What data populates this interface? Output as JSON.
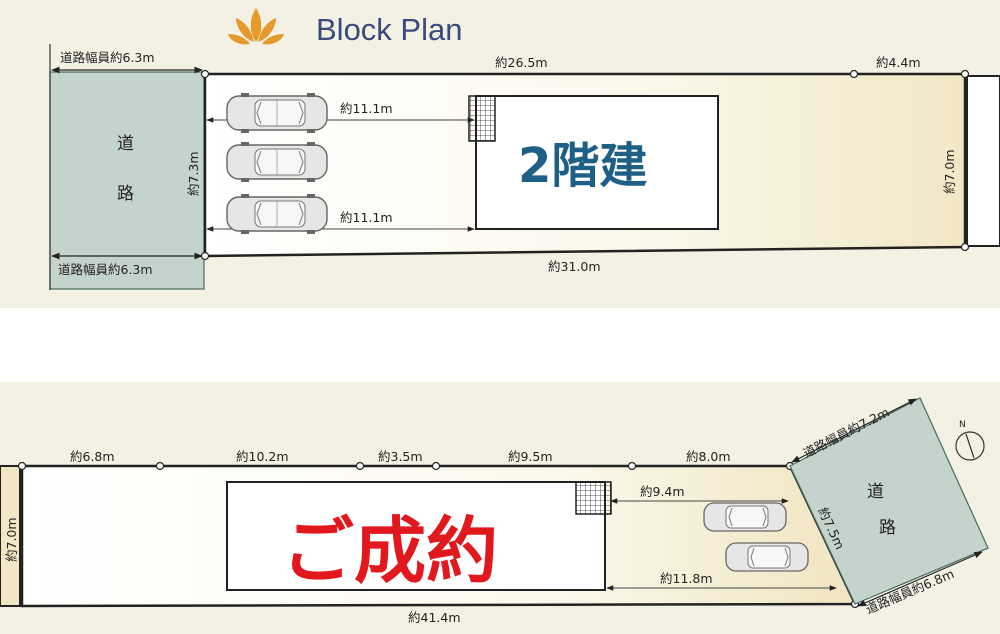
{
  "title": "Block Plan",
  "colors": {
    "background": "#f2f1e4",
    "road": "#c4d3cc",
    "building": "#ffffff",
    "title": "#3a4a7a",
    "label_top_building": "#1e5f86",
    "label_sold": "#e1181d",
    "logo": "#e59a2c"
  },
  "icons": {
    "logo": "lotus-logo-icon",
    "compass": "north-compass-icon",
    "car": "car-icon"
  },
  "top_plan": {
    "road_width_top": "道路幅員約6.3m",
    "road_width_bottom": "道路幅員約6.3m",
    "road_char_1": "道",
    "road_char_2": "路",
    "frontage": "約7.3m",
    "top_length": "約26.5m",
    "top_right_length": "約4.4m",
    "right_width": "約7.0m",
    "bottom_length": "約31.0m",
    "parking_depth_top": "約11.1m",
    "parking_depth_bottom": "約11.1m",
    "building_label": "2階建",
    "car_count": 3
  },
  "bottom_plan": {
    "left_width": "約7.0m",
    "seg_1": "約6.8m",
    "seg_2": "約10.2m",
    "seg_3": "約3.5m",
    "seg_4": "約9.5m",
    "seg_5": "約8.0m",
    "total_length": "約41.4m",
    "parking_depth_top": "約9.4m",
    "parking_depth_bottom": "約11.8m",
    "frontage": "約7.5m",
    "road_width_top": "道路幅員約7.2m",
    "road_width_bottom": "道路幅員約6.8m",
    "road_char_1": "道",
    "road_char_2": "路",
    "compass_label": "N",
    "sold_label": "ご成約",
    "car_count": 2
  }
}
